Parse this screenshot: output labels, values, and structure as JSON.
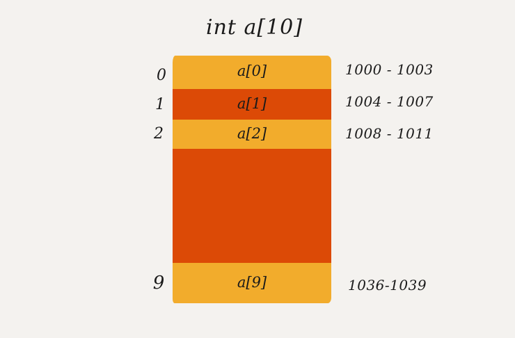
{
  "title": "int a[10]",
  "cells": [
    {
      "index": "0",
      "label": "a[0]",
      "address": "1000 - 1003"
    },
    {
      "index": "1",
      "label": "a[1]",
      "address": "1004 - 1007"
    },
    {
      "index": "2",
      "label": "a[2]",
      "address": "1008 - 1011"
    },
    {
      "index": "9",
      "label": "a[9]",
      "address": "1036-1039"
    }
  ],
  "colors": {
    "background": "#f4f2ef",
    "yellow": "#f2ac2c",
    "red": "#dc4a06",
    "ink": "#1a1a1a"
  }
}
